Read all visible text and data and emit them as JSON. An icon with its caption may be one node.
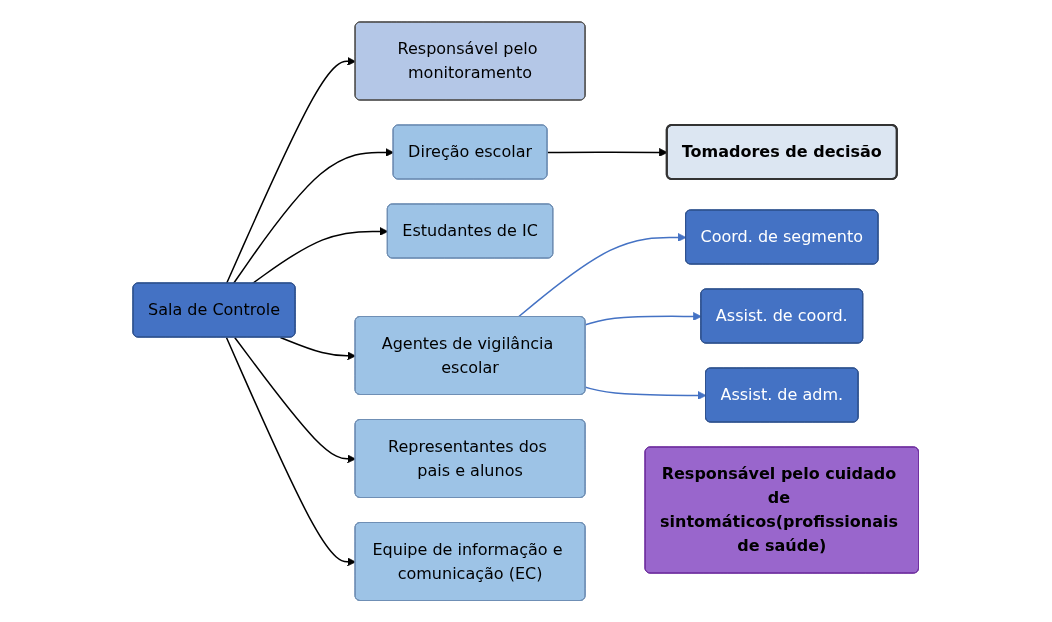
{
  "diagram": {
    "nodes": [
      {
        "text": [
          "Tomadores de decisão"
        ]
      },
      {
        "text": [
          "Responsável pelo monitoramento"
        ]
      },
      {
        "text": [
          "Direção escolar"
        ]
      },
      {
        "text": [
          "Estudantes de IC"
        ]
      },
      {
        "text": [
          "Sala de Controle"
        ]
      },
      {
        "text": [
          "Coord. de segmento"
        ]
      },
      {
        "text": [
          "Agentes de vigilância escolar"
        ]
      },
      {
        "text": [
          "Assist. de coord."
        ]
      },
      {
        "text": [
          "Representantes dos pais e alunos"
        ]
      },
      {
        "text": [
          "Equipe de informação e comunicação (EC)"
        ]
      },
      {
        "text": [
          "Assist. de adm."
        ]
      },
      {
        "text": [
          "Responsável pelo cuidado de sintomáticos(profissionais de saúde)"
        ]
      }
    ],
    "edges": [
      {
        "from": 4,
        "to": 1,
        "arrow": "to"
      },
      {
        "from": 4,
        "to": 2,
        "arrow": "to"
      },
      {
        "from": 4,
        "to": 3,
        "arrow": "to"
      },
      {
        "from": 4,
        "to": 6,
        "arrow": "to"
      },
      {
        "from": 4,
        "to": 9,
        "arrow": "to"
      },
      {
        "from": 4,
        "to": 8,
        "arrow": "to"
      },
      {
        "from": 2,
        "to": 0,
        "arrow": "to"
      },
      {
        "from": 6,
        "to": 5,
        "arrow": "to",
        "color": "#4472c4"
      },
      {
        "from": 6,
        "to": 7,
        "arrow": "to",
        "color": "#4472c4"
      },
      {
        "from": 6,
        "to": 10,
        "arrow": "to",
        "color": "#4472c4"
      }
    ]
  }
}
